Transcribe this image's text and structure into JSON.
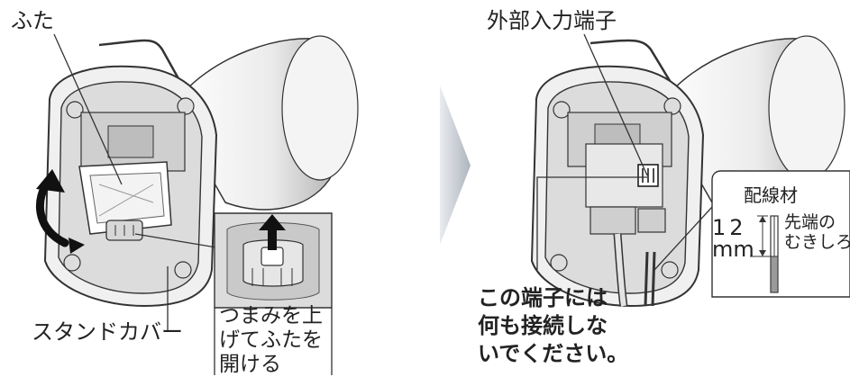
{
  "left_panel": {
    "lid_label": "ふた",
    "stand_cover_label": "スタンドカバー",
    "instruction_lines": [
      "つまみを上",
      "げてふたを",
      "開ける"
    ]
  },
  "right_panel": {
    "terminal_label": "外部入力端子",
    "wiring_title": "配線材",
    "strip_length_value": "12",
    "strip_length_unit": "mm",
    "strip_note_lines": [
      "先端の",
      "むきしろ"
    ],
    "warning_lines": [
      "この端子には",
      "何も接続しな",
      "いでください。"
    ]
  },
  "colors": {
    "line": "#333333",
    "body_light": "#f3f3f3",
    "body_mid": "#cfcfcf",
    "body_dark": "#8c8c8c",
    "arrow_grey": "#b9bec6",
    "black": "#111111"
  },
  "icons": {
    "up_arrow": "up-arrow-icon",
    "rotate_arrow": "curved-arrow-icon",
    "next_step_arrow": "chevron-right-icon"
  }
}
